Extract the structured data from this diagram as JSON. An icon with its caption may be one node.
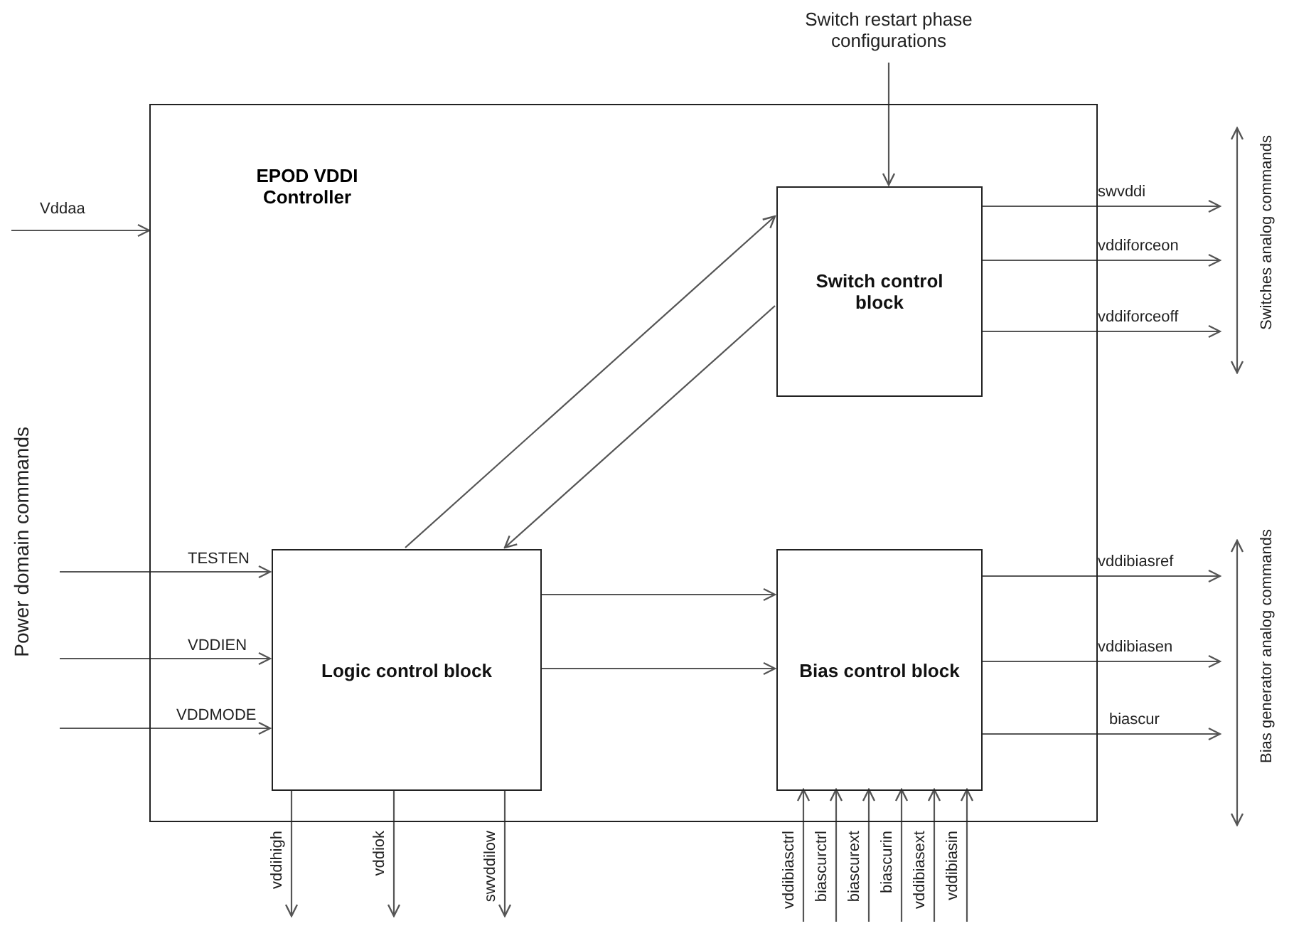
{
  "diagram": {
    "nodes": [
      {
        "text": [
          "Switch restart phase configurations"
        ]
      },
      {
        "text": [
          "EPOD VDDI Controller"
        ]
      },
      {
        "text": [
          "Switch control block"
        ],
        "in": 1
      },
      {
        "text": [
          "Logic control block"
        ],
        "in": 1
      },
      {
        "text": [
          "Bias control block"
        ],
        "in": 1
      }
    ],
    "edges": [
      {
        "from": null,
        "to": 1,
        "arrow": "to",
        "label": "Vddaa"
      },
      {
        "from": 0,
        "to": 2,
        "arrow": "to"
      },
      {
        "from": null,
        "to": 3,
        "arrow": "to",
        "label": "TESTEN"
      },
      {
        "from": null,
        "to": 3,
        "arrow": "to",
        "label": "VDDIEN"
      },
      {
        "from": null,
        "to": 3,
        "arrow": "to",
        "label": "VDDMODE"
      },
      {
        "from": 3,
        "to": 2,
        "arrow": "to"
      },
      {
        "from": 2,
        "to": 3,
        "arrow": "to"
      },
      {
        "from": 3,
        "to": 4,
        "arrow": "to"
      },
      {
        "from": 3,
        "to": 4,
        "arrow": "to"
      },
      {
        "from": 2,
        "to": null,
        "arrow": "to",
        "label": "swvddi"
      },
      {
        "from": 2,
        "to": null,
        "arrow": "to",
        "label": "vddiforceon"
      },
      {
        "from": 2,
        "to": null,
        "arrow": "to",
        "label": "vddiforceoff"
      },
      {
        "from": 4,
        "to": null,
        "arrow": "to",
        "label": "vddibiasref"
      },
      {
        "from": 4,
        "to": null,
        "arrow": "to",
        "label": "vddibiasen"
      },
      {
        "from": 4,
        "to": null,
        "arrow": "to",
        "label": "biascur"
      },
      {
        "from": 3,
        "to": null,
        "arrow": "to",
        "label": "vddihigh"
      },
      {
        "from": 3,
        "to": null,
        "arrow": "to",
        "label": "vddiok"
      },
      {
        "from": 3,
        "to": null,
        "arrow": "to",
        "label": "swvddilow"
      },
      {
        "from": null,
        "to": 4,
        "arrow": "to",
        "label": "vddibiasctrl"
      },
      {
        "from": null,
        "to": 4,
        "arrow": "to",
        "label": "biascurctrl"
      },
      {
        "from": null,
        "to": 4,
        "arrow": "to",
        "label": "biascurext"
      },
      {
        "from": null,
        "to": 4,
        "arrow": "to",
        "label": "biascurin"
      },
      {
        "from": null,
        "to": 4,
        "arrow": "to",
        "label": "vddibiasext"
      },
      {
        "from": null,
        "to": 4,
        "arrow": "to",
        "label": "vddibiasin"
      }
    ],
    "labels": [
      "Power domain commands",
      "Switches analog commands",
      "Bias generator analog commands"
    ]
  }
}
